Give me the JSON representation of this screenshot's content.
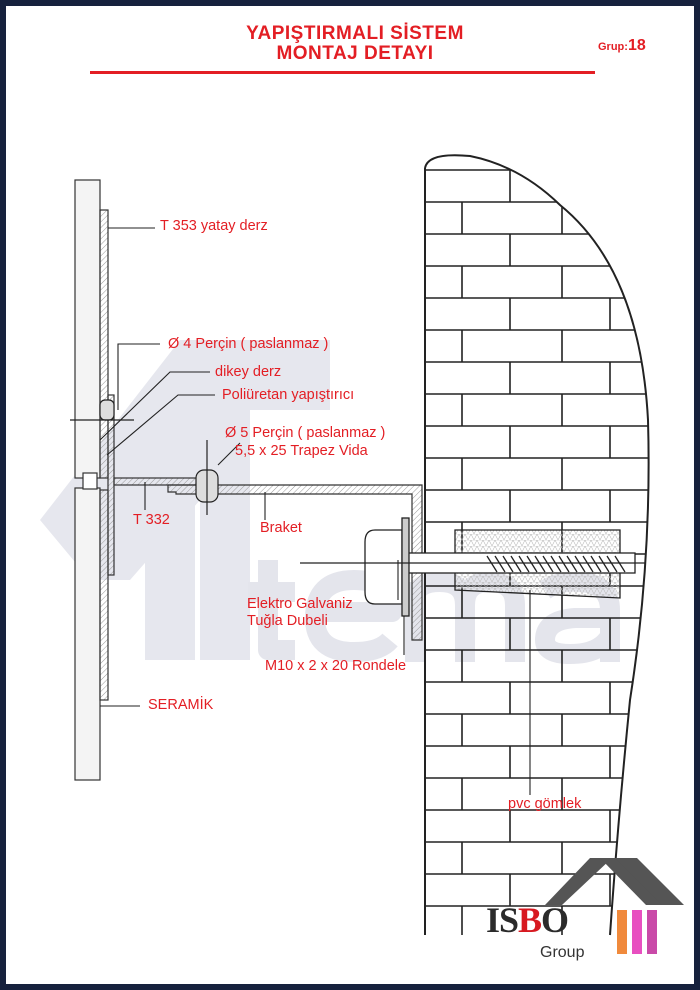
{
  "header": {
    "title_line1": "YAPIŞTIRMALI SİSTEM",
    "title_line2": "MONTAJ DETAYI",
    "group_label": "Grup:",
    "group_number": "18"
  },
  "labels": {
    "t353": "T 353 yatay derz",
    "rivet4": "Ø 4 Perçin ( paslanmaz )",
    "vertical_joint": "dikey derz",
    "adhesive": "Poliüretan yapıştırıcı",
    "rivet5": "Ø 5 Perçin ( paslanmaz )",
    "screw": "5,5 x 25 Trapez Vida",
    "t332": "T 332",
    "bracket": "Braket",
    "anchor_line1": "Elektro Galvaniz",
    "anchor_line2": "Tuğla Dubeli",
    "washer": "M10 x 2 x 20  Rondele",
    "ceramic": "SERAMİK",
    "pvc": "pvc gömlek"
  },
  "watermark": "tema",
  "logo": {
    "name_dark1": "IS",
    "name_red": "B",
    "name_dark2": "O",
    "group": "Group"
  },
  "colors": {
    "accent": "#e31e24",
    "frame": "#16213d"
  }
}
